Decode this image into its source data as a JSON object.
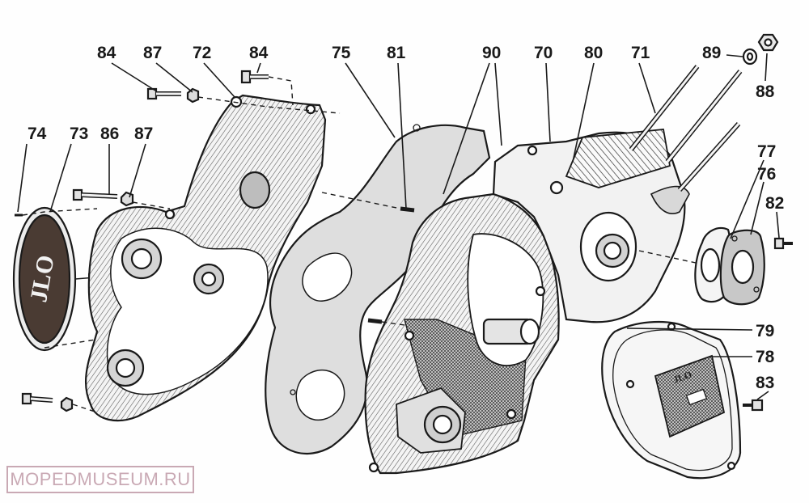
{
  "callouts": {
    "c74": "74",
    "c73": "73",
    "c86": "86",
    "c87a": "87",
    "c84a": "84",
    "c87b": "87",
    "c72": "72",
    "c84b": "84",
    "c75": "75",
    "c81": "81",
    "c90": "90",
    "c70": "70",
    "c80": "80",
    "c71": "71",
    "c89": "89",
    "c88": "88",
    "c77": "77",
    "c76": "76",
    "c82": "82",
    "c79": "79",
    "c78": "78",
    "c83": "83"
  },
  "cover_logo": "JLO",
  "plate_logo": "JLO",
  "watermark": "MOPEDMUSEUM.RU"
}
